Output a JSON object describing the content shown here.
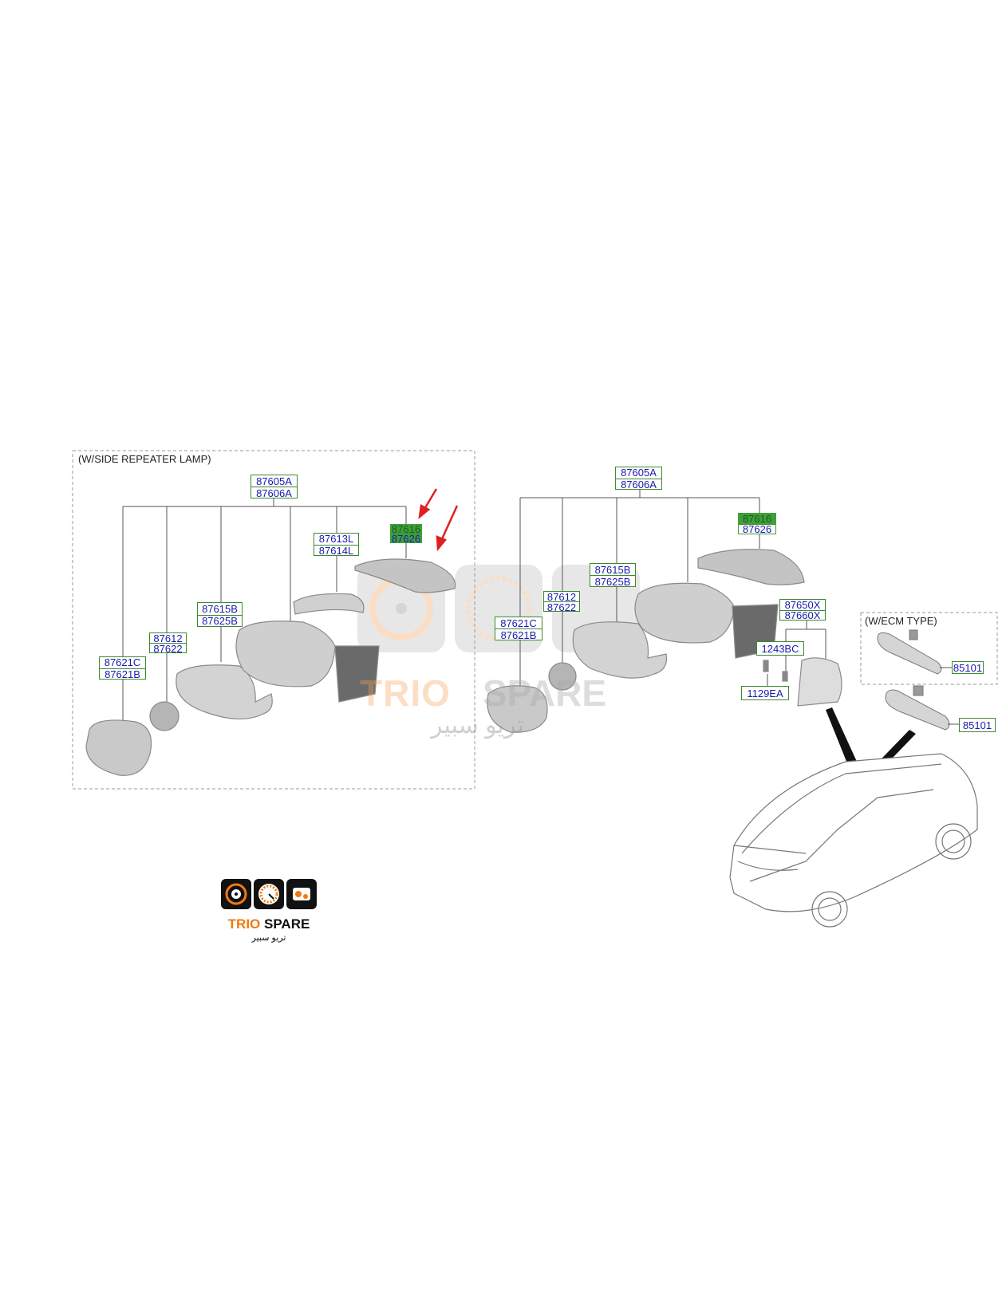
{
  "left_group": {
    "title": "(W/SIDE REPEATER LAMP)",
    "assembly": [
      "87605A",
      "87606A"
    ],
    "cover": [
      "87616",
      "87626"
    ],
    "repeater": [
      "87613L",
      "87614L"
    ],
    "housing": [
      "87615B",
      "87625B"
    ],
    "actuator": [
      "87612",
      "87622"
    ],
    "glass": [
      "87621C",
      "87621B"
    ]
  },
  "right_group": {
    "assembly": [
      "87605A",
      "87606A"
    ],
    "cover": [
      "87616",
      "87626"
    ],
    "housing": [
      "87615B",
      "87625B"
    ],
    "actuator": [
      "87612",
      "87622"
    ],
    "glass": [
      "87621C",
      "87621B"
    ],
    "bracket": [
      "87650X",
      "87660X"
    ],
    "bolt": "1243BC",
    "screw": "1129EA"
  },
  "ecm": {
    "title": "(W/ECM TYPE)",
    "part_top": "85101",
    "part_bottom": "85101"
  },
  "watermark": {
    "text_en_1": "TRIO",
    "text_en_2": "SPARE",
    "text_ar": "تريو سبير"
  },
  "logo": {
    "brand_1": "TRIO",
    "brand_2": "SPARE",
    "brand_ar": "تريو سبير"
  },
  "colors": {
    "label_border": "#3c8a2e",
    "label_text": "#1a1ab0",
    "highlight": "#3fa03a",
    "arrow": "#e02020",
    "brand_orange": "#f07a10"
  }
}
